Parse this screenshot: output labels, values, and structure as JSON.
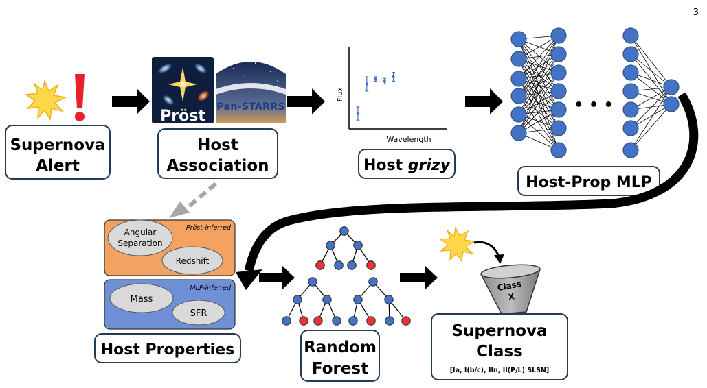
{
  "page": {
    "number": "3"
  },
  "stages": {
    "alert": {
      "line1": "Supernova",
      "line2": "Alert"
    },
    "host_association": {
      "line1": "Host",
      "line2": "Association",
      "logo_prost": "Pröst",
      "logo_panstarrs": "Pan-STARRS"
    },
    "host_grizy": {
      "prefix": "Host ",
      "italic": "grizy"
    },
    "mlp": {
      "label": "Host-Prop MLP",
      "ellipsis": "• • •"
    },
    "host_properties": {
      "label": "Host Properties",
      "prost_tag": "Pröst-inferred",
      "mlp_tag": "MLP-inferred",
      "angular_line1": "Angular",
      "angular_line2": "Separation",
      "redshift": "Redshift",
      "mass": "Mass",
      "sfr": "SFR"
    },
    "random_forest": {
      "line1": "Random",
      "line2": "Forest"
    },
    "supernova_class": {
      "line1": "Supernova",
      "line2": "Class",
      "sub": "[Ia, I(b/c), IIn, II(P/L) SLSN]",
      "bin_line1": "Class",
      "bin_line2": "X"
    }
  },
  "chart_data": {
    "type": "scatter",
    "title": "",
    "xlabel": "Wavelength",
    "ylabel": "Flux",
    "grid": false,
    "x": [
      1,
      2,
      3,
      4,
      5
    ],
    "y": [
      0.28,
      0.82,
      0.91,
      0.87,
      0.95
    ],
    "yerr": [
      0.12,
      0.13,
      0.04,
      0.05,
      0.08
    ],
    "xlim": [
      0,
      11
    ],
    "ylim": [
      0,
      1.5
    ],
    "marker_color": "#4472c4"
  },
  "colors": {
    "node": "#4472c4",
    "node_stroke": "#2f528f",
    "leaf_red": "#e8323c",
    "prost_panel": "#f4a261",
    "mlp_panel": "#6f8fd6",
    "ellipse": "#d9d9d9"
  }
}
